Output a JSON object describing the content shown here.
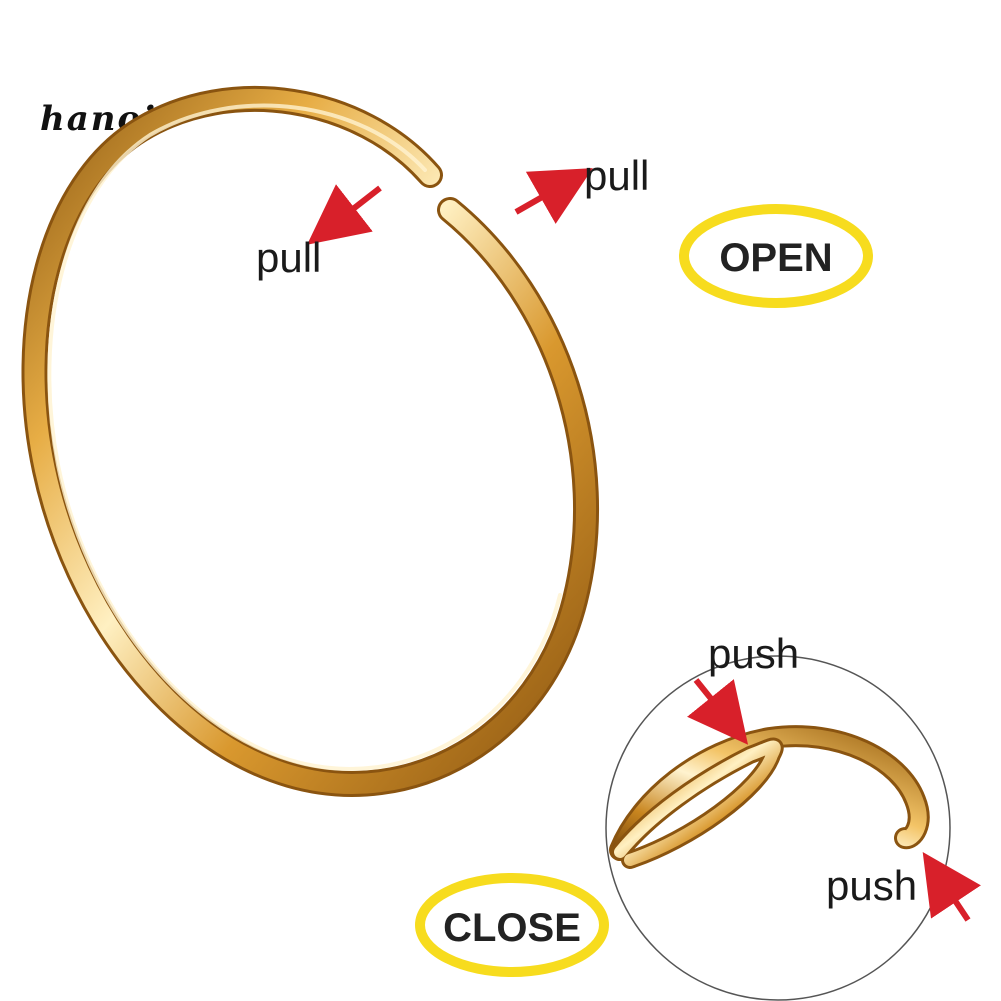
{
  "watermark": "hanoi",
  "open_panel": {
    "pull_left_label": "pull",
    "pull_right_label": "pull",
    "badge_label": "OPEN"
  },
  "close_panel": {
    "push_top_label": "push",
    "push_bottom_label": "push",
    "badge_label": "CLOSE"
  },
  "colors": {
    "gold_dark": "#b3741a",
    "gold_mid": "#e0a43a",
    "gold_light": "#fbe3a6",
    "arrow_red": "#d8202a",
    "badge_yellow": "#f7dc1e"
  }
}
